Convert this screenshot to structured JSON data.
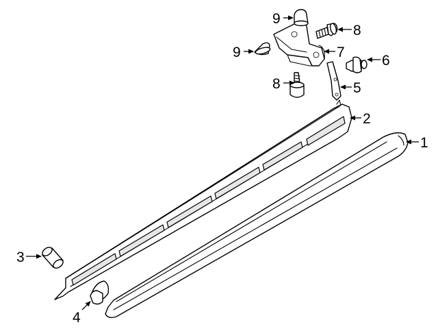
{
  "callouts": {
    "c1": "1",
    "c2": "2",
    "c3": "3",
    "c4": "4",
    "c5": "5",
    "c6": "6",
    "c7": "7",
    "c8a": "8",
    "c8b": "8",
    "c9a": "9",
    "c9b": "9"
  }
}
